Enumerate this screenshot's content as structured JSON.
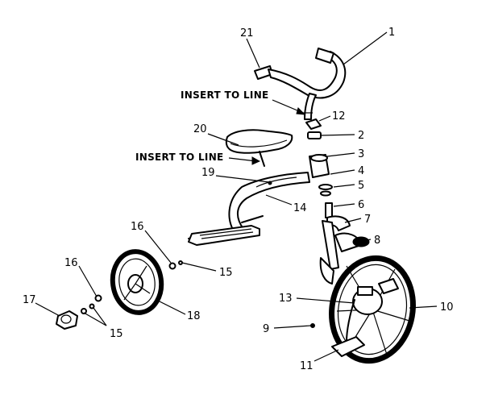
{
  "annotations": {
    "insert_handlebar": "INSERT TO LINE",
    "insert_seat": "INSERT TO LINE"
  },
  "part_numbers": {
    "p1": "1",
    "p2": "2",
    "p3": "3",
    "p4": "4",
    "p5": "5",
    "p6": "6",
    "p7": "7",
    "p8": "8",
    "p9": "9",
    "p10": "10",
    "p11": "11",
    "p12": "12",
    "p13": "13",
    "p14": "14",
    "p15a": "15",
    "p15b": "15",
    "p16a": "16",
    "p16b": "16",
    "p17": "17",
    "p18": "18",
    "p19": "19",
    "p20": "20",
    "p21": "21"
  }
}
